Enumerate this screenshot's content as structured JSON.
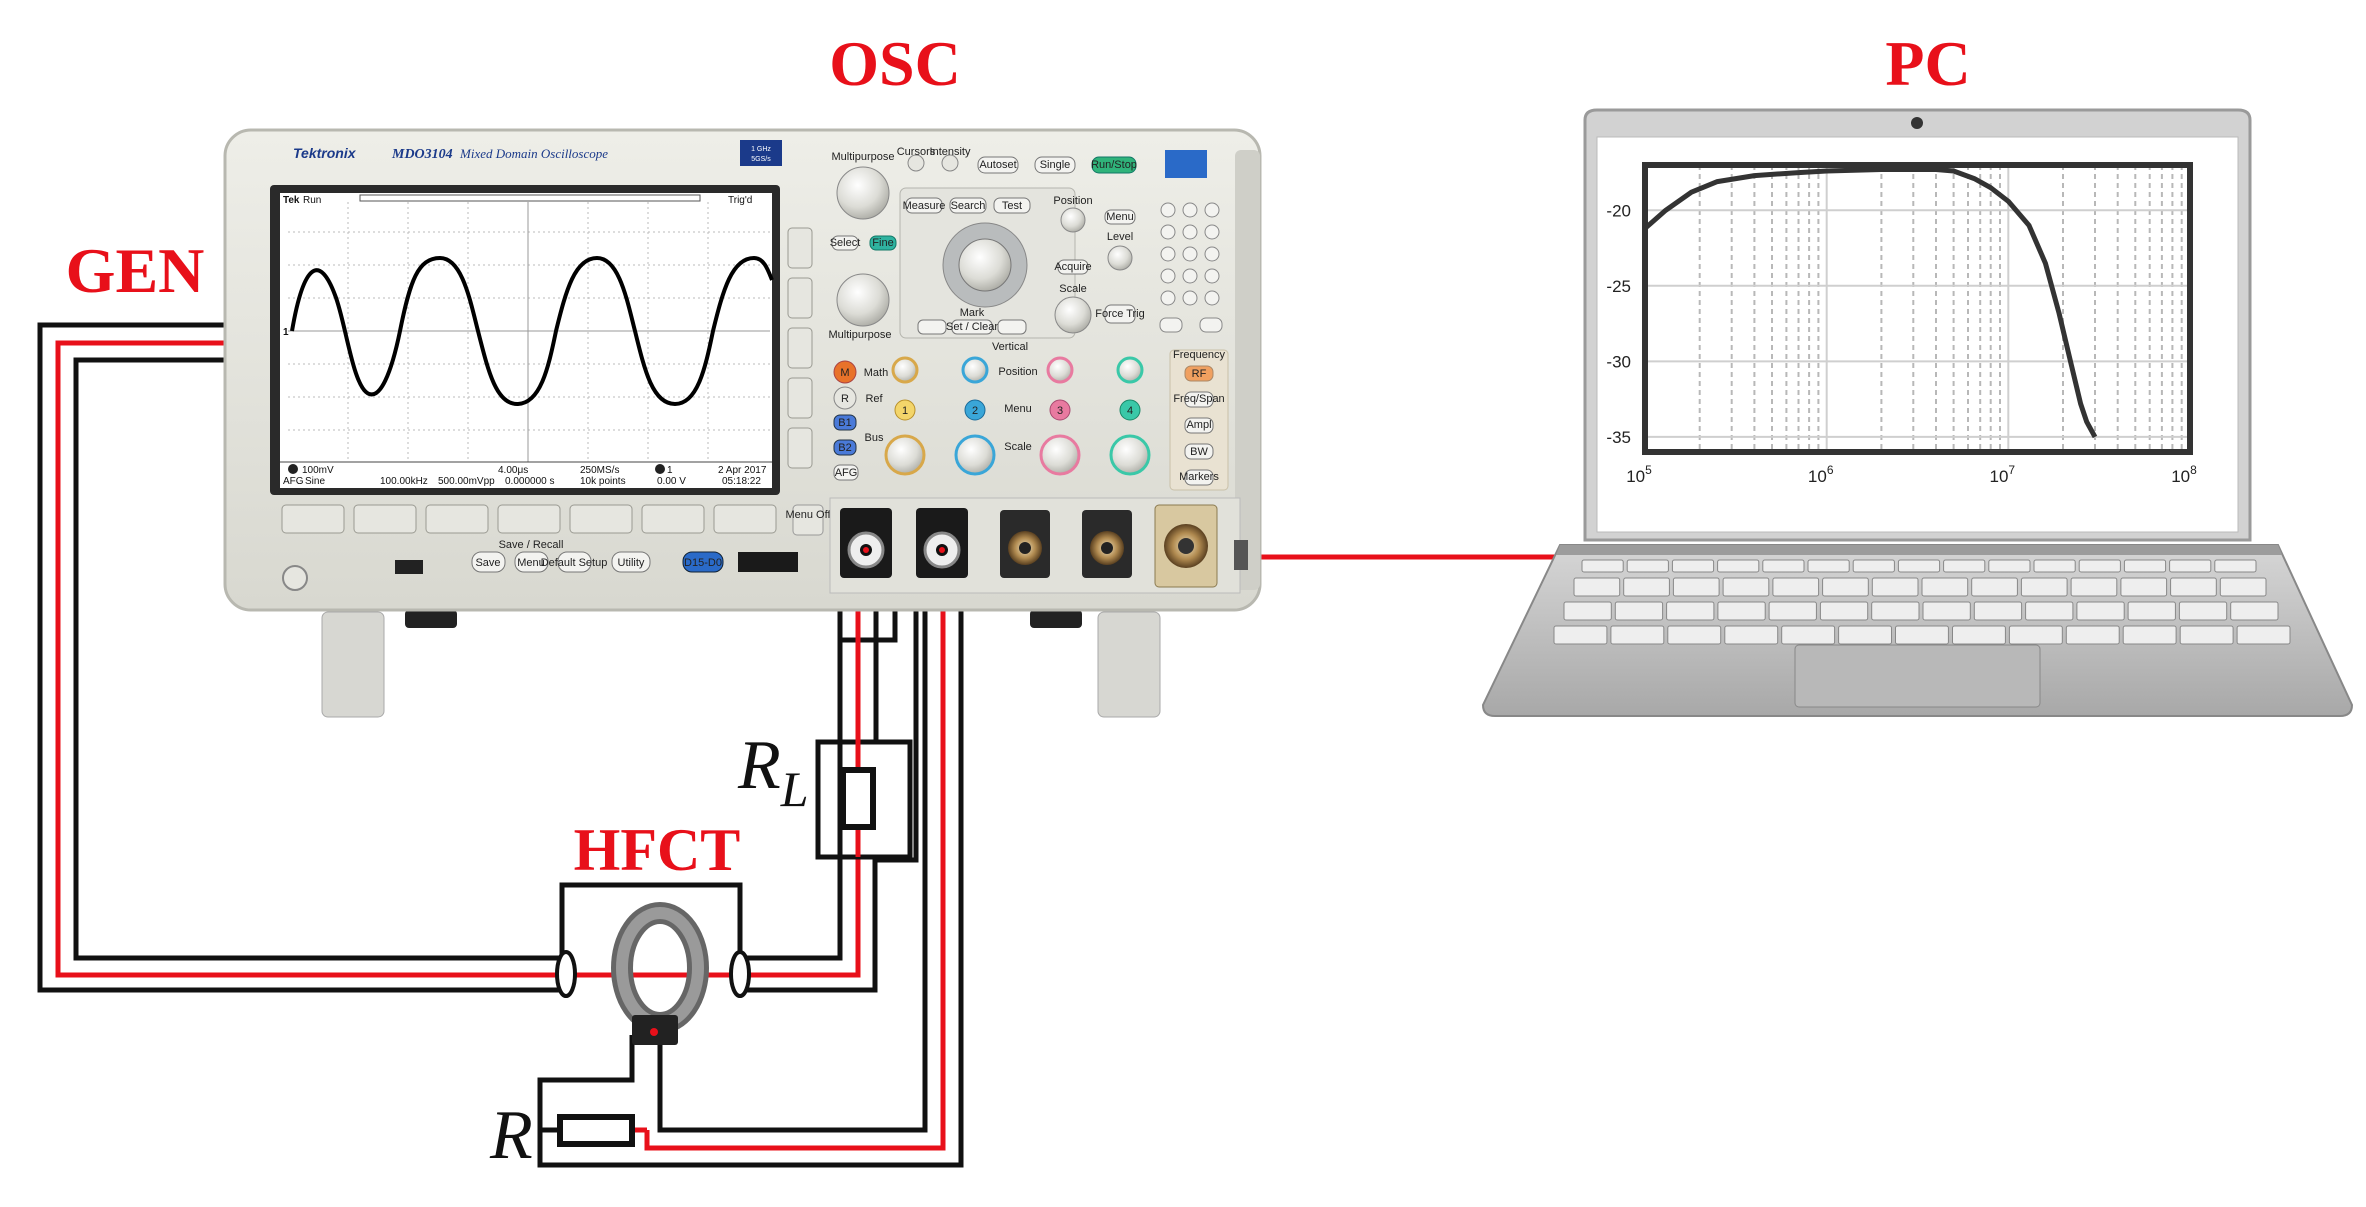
{
  "labels": {
    "osc": "OSC",
    "pc": "PC",
    "gen": "GEN",
    "hfct": "HFCT",
    "rl_main": "R",
    "rl_sub": "L",
    "r": "R"
  },
  "oscilloscope": {
    "brand": "Tektronix",
    "model": "MDO3104",
    "model_desc": "Mixed Domain Oscilloscope",
    "bandwidth": "1 GHz",
    "sample": "5GS/s",
    "screen": {
      "top_left": "Tek",
      "run": "Run",
      "trig": "Trig'd",
      "ch1_scale": "100mV",
      "afg_label": "AFG",
      "afg_wave": "Sine",
      "afg_freq": "100.00kHz",
      "afg_amp": "500.00mVpp",
      "timebase": "4.00μs",
      "delay": "0.000000 s",
      "sample_rate": "250MS/s",
      "record": "10k points",
      "trig_ch": "1",
      "trig_level": "0.00 V",
      "date": "2 Apr 2017",
      "time": "05:18:22"
    },
    "buttons": {
      "multipurpose_a": "Multipurpose",
      "cursors": "Cursors",
      "intensity": "Intensity",
      "autoset": "Autoset",
      "single": "Single",
      "runstop": "Run/Stop",
      "measure": "Measure",
      "search": "Search",
      "test": "Test",
      "position": "Position",
      "menu": "Menu",
      "level": "Level",
      "acquire": "Acquire",
      "scale": "Scale",
      "select": "Select",
      "fine": "Fine",
      "mark": "Mark",
      "set_clear": "Set / Clear",
      "force_trig": "Force Trig",
      "multipurpose_b": "Multipurpose",
      "math": "Math",
      "ref": "Ref",
      "bus": "Bus",
      "b1": "B1",
      "b2": "B2",
      "afg": "AFG",
      "m": "M",
      "r": "R",
      "ch1": "1",
      "ch2": "2",
      "ch3": "3",
      "ch4": "4",
      "rf": "RF",
      "freq_span": "Freq/Span",
      "ampl": "Ampl",
      "bw": "BW",
      "markers": "Markers",
      "save": "Save",
      "save_menu": "Menu",
      "default_setup": "Default Setup",
      "utility": "Utility",
      "save_recall": "Save / Recall",
      "d15_d0": "D15-D0",
      "menu_off": "Menu Off",
      "vertical": "Vertical",
      "frequency": "Frequency"
    }
  },
  "laptop_plot": {
    "chart_data": {
      "type": "line",
      "xscale": "log",
      "xlim": [
        100000,
        100000000
      ],
      "ylim": [
        -36,
        -17
      ],
      "x_ticks": [
        "10",
        "10",
        "10",
        "10"
      ],
      "x_tick_exponents": [
        "5",
        "6",
        "7",
        "8"
      ],
      "y_ticks": [
        "-20",
        "-25",
        "-30",
        "-35"
      ],
      "grid": true,
      "series": [
        {
          "x": [
            100000,
            130000,
            180000,
            250000,
            400000,
            700000,
            1000000,
            2000000,
            4000000,
            5000000,
            6500000,
            8000000,
            10000000,
            13000000,
            16000000,
            19000000,
            22000000,
            25000000,
            27000000,
            30000000
          ],
          "y": [
            -21.2,
            -20.0,
            -18.8,
            -18.1,
            -17.7,
            -17.5,
            -17.4,
            -17.3,
            -17.3,
            -17.4,
            -17.9,
            -18.5,
            -19.4,
            -21.0,
            -23.5,
            -26.8,
            -30.0,
            -32.8,
            -34.0,
            -35.0
          ]
        }
      ]
    }
  },
  "colors": {
    "red_wire": "#e8101a",
    "black_wire": "#111111",
    "label_red": "#e8101a"
  }
}
